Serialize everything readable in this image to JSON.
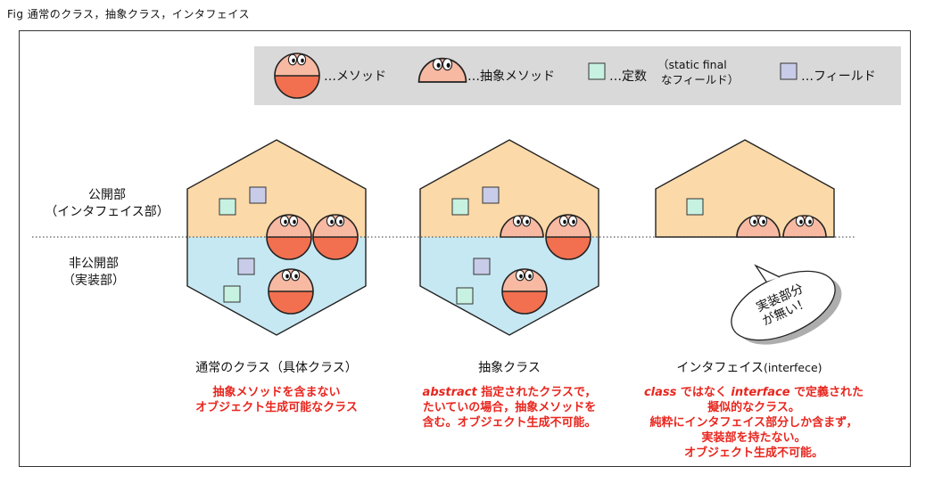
{
  "figure_title": "Fig 通常のクラス，抽象クラス，インタフェイス",
  "legend": {
    "method": "…メソッド",
    "abstract_method": "…抽象メソッド",
    "constant": "…定数",
    "constant_note_line1": "（static final",
    "constant_note_line2": "なフィールド）",
    "field": "…フィールド"
  },
  "sections": {
    "public_line1": "公開部",
    "public_line2": "（インタフェイス部）",
    "private_line1": "非公開部",
    "private_line2": "（実装部）"
  },
  "concrete_class": {
    "caption_main": "通常のクラス",
    "caption_sub": "（具体クラス）",
    "desc_line1": "抽象メソッドを含まない",
    "desc_line2": "オブジェクト生成可能なクラス"
  },
  "abstract_class": {
    "caption_main": "抽象クラス",
    "desc_keyword": "abstract",
    "desc_line1_rest": " 指定されたクラスで，",
    "desc_line2": "たいていの場合，抽象メソッドを",
    "desc_line3": "含む。オブジェクト生成不可能。"
  },
  "interface": {
    "caption_main": "インタフェイス",
    "caption_sub": "(interfece)",
    "desc_kw1": "class",
    "desc_mid": " ではなく ",
    "desc_kw2": "interface",
    "desc_line1_rest": " で定義された",
    "desc_line2": "擬似的なクラス。",
    "desc_line3": "純粋にインタフェイス部分しか含まず，",
    "desc_line4": "実装部を持たない。",
    "desc_line5": "オブジェクト生成不可能。"
  },
  "bubble": {
    "line1": "実装部分",
    "line2": "が無い！"
  },
  "colors": {
    "public_fill": "#fbd9a8",
    "private_fill": "#c6e8f2",
    "method_upper": "#f8b9a2",
    "method_lower": "#f2704f",
    "constant_fill": "#c7f1e1",
    "field_fill": "#c9cce8",
    "legend_bg": "#d9d9d9",
    "desc_text": "#e8261e"
  }
}
